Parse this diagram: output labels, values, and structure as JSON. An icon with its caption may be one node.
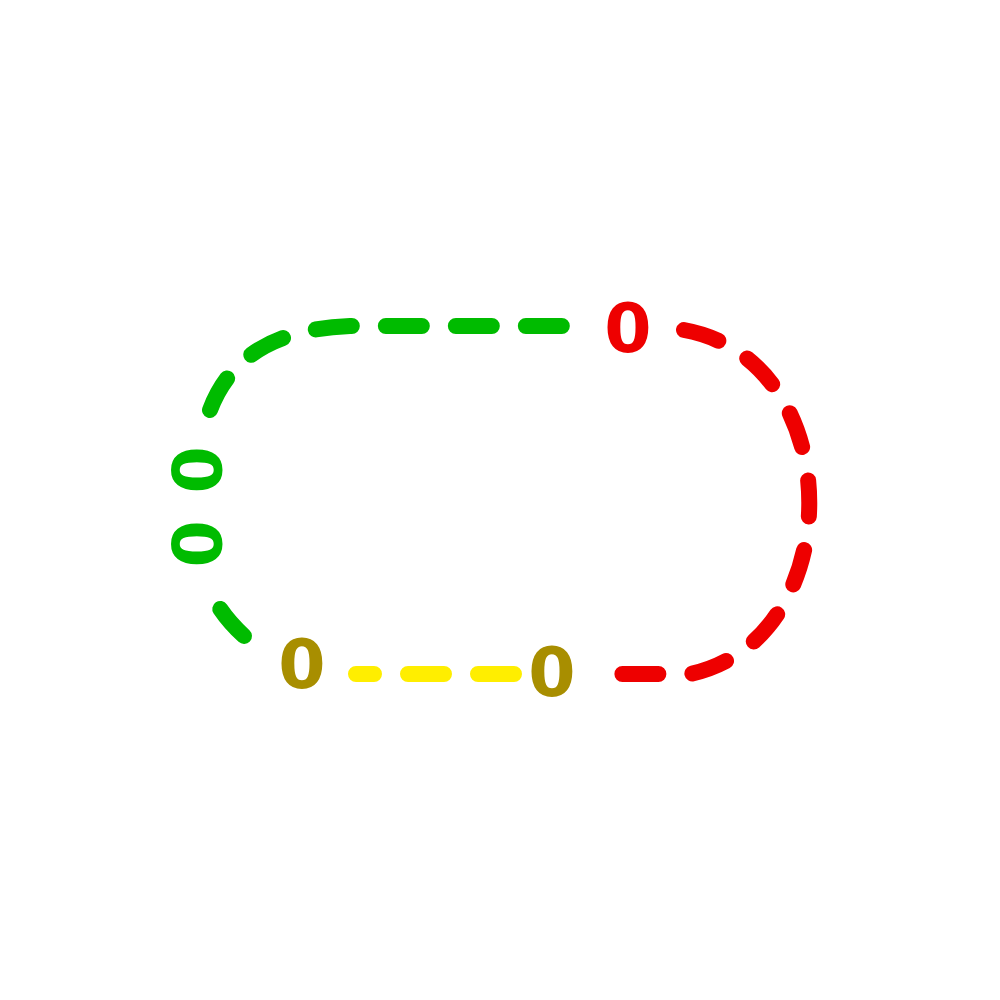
{
  "diagram": {
    "nodes": [
      {
        "text": [
          "0"
        ]
      },
      {
        "text": [
          "0"
        ]
      },
      {
        "text": [
          "0"
        ]
      },
      {
        "text": [
          "0"
        ]
      },
      {
        "text": [
          "0"
        ]
      }
    ],
    "edges": [
      {
        "from": 1,
        "to": 0,
        "arrow": "none",
        "style": "dashed",
        "color": "#00bb00"
      },
      {
        "from": 0,
        "to": 4,
        "arrow": "none",
        "style": "dashed",
        "color": "#ee0000"
      },
      {
        "from": 4,
        "to": 3,
        "arrow": "none",
        "style": "dashed",
        "color": "#ffee00"
      },
      {
        "from": 3,
        "to": 2,
        "arrow": "none",
        "style": "dashed",
        "color": "#00bb00"
      }
    ]
  }
}
